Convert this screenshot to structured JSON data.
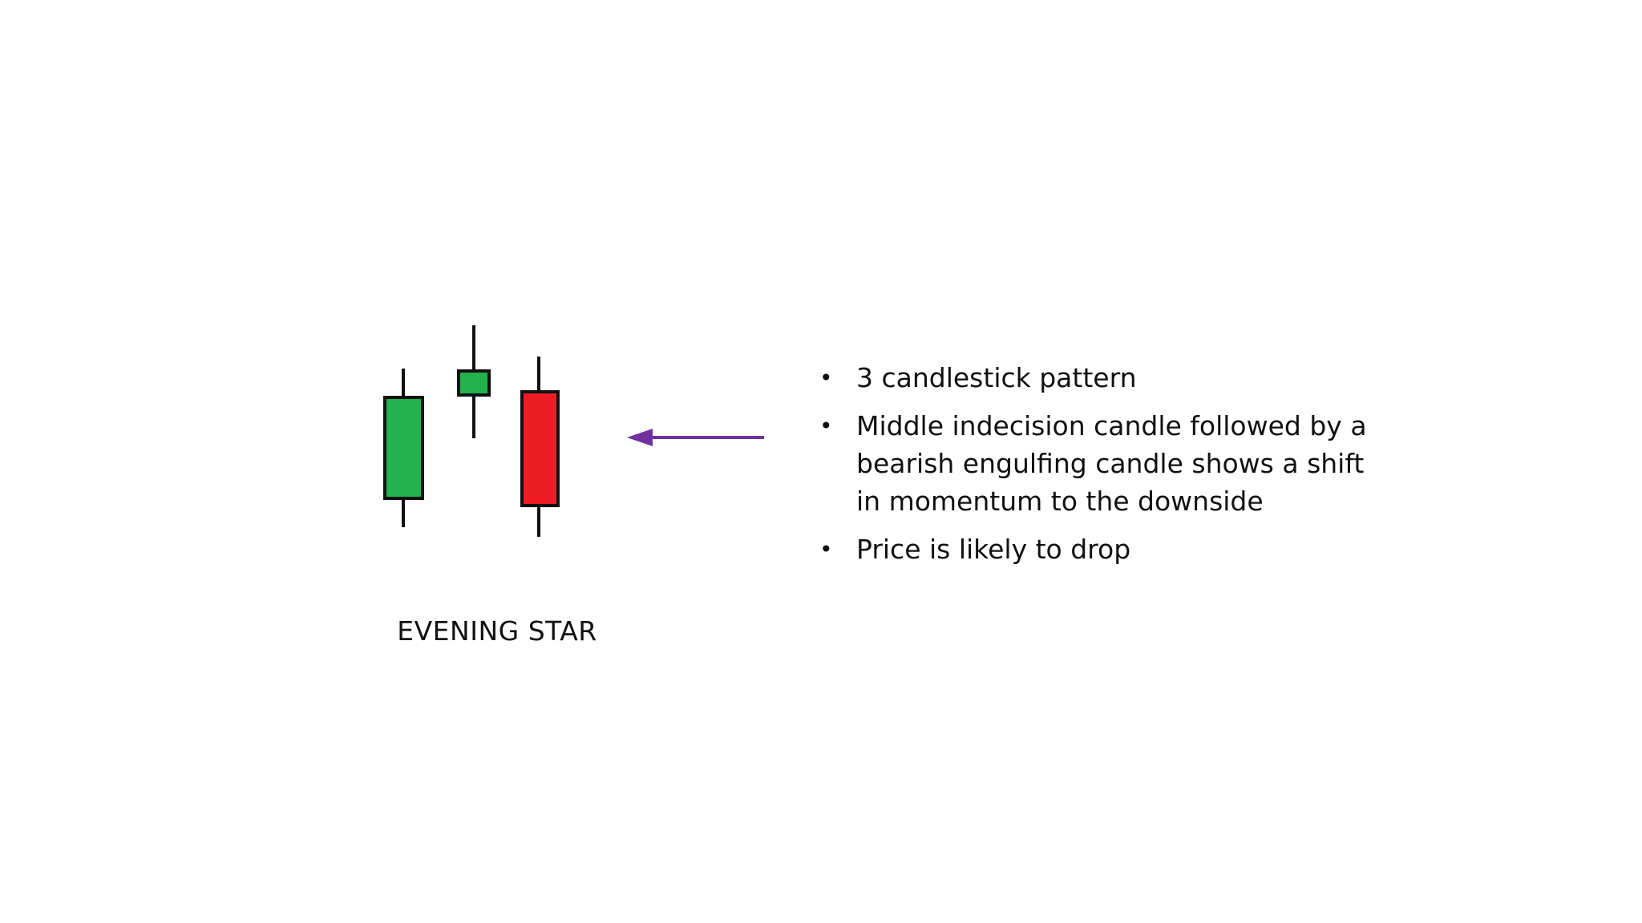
{
  "diagram": {
    "label": "EVENING STAR",
    "colors": {
      "bullish": "#22b14c",
      "bearish": "#ed1c24",
      "outline": "#111111",
      "arrow": "#7030a0"
    },
    "candles": [
      {
        "name": "candle-1-bullish",
        "direction": "bullish",
        "role": "large up candle"
      },
      {
        "name": "candle-2-indecision",
        "direction": "bullish",
        "role": "small indecision candle"
      },
      {
        "name": "candle-3-bearish",
        "direction": "bearish",
        "role": "bearish engulfing candle"
      }
    ],
    "arrow": {
      "direction": "left"
    }
  },
  "bullets": [
    "3 candlestick pattern",
    "Middle indecision candle followed by a bearish engulfing candle shows a shift in momentum to the downside",
    "Price is likely to drop"
  ],
  "bullet_symbol": "•"
}
